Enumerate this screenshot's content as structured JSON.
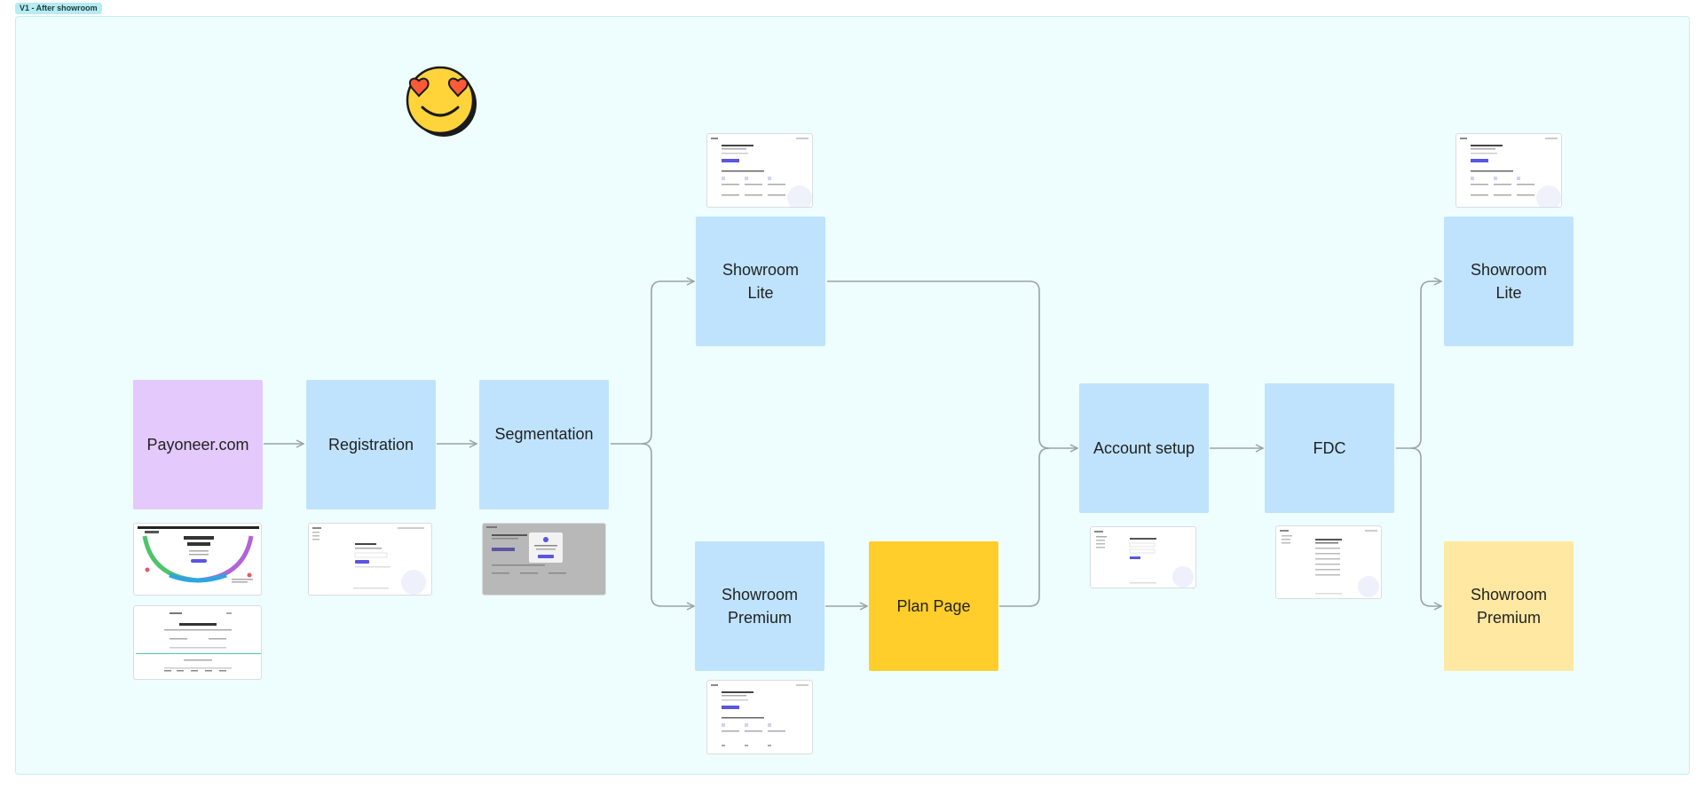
{
  "frame": {
    "label": "V1 - After showroom"
  },
  "nodes": {
    "payoneer": "Payoneer.com",
    "registration": "Registration",
    "segmentation": "Segmentation",
    "showroom_lite_1": "Showroom\nLite",
    "showroom_premium_1": "Showroom\nPremium",
    "plan_page": "Plan Page",
    "account_setup": "Account setup",
    "fdc": "FDC",
    "showroom_lite_2": "Showroom\nLite",
    "showroom_premium_2": "Showroom\nPremium"
  },
  "colors": {
    "frame_bg": "#eefdfd",
    "blue_node": "#bfe3fc",
    "purple_node": "#e4c9fc",
    "gold_node": "#ffce2b",
    "cream_node": "#ffe8a1",
    "connector": "#9aa3a8"
  },
  "icons": {
    "reaction": "heart-eyes-emoji"
  }
}
